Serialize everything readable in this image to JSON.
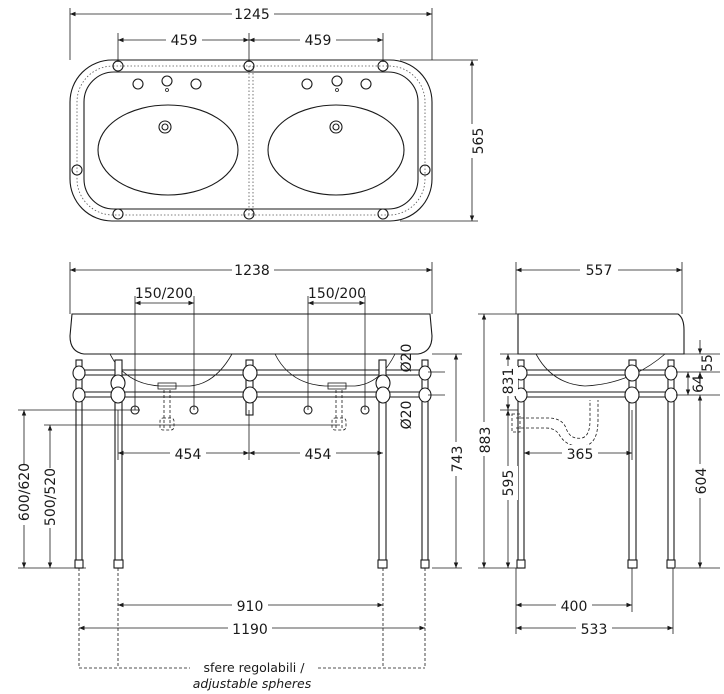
{
  "top_view": {
    "overall_width": "1245",
    "basin_spacing_left": "459",
    "basin_spacing_right": "459",
    "depth": "565"
  },
  "front_view": {
    "top_width": "1238",
    "tap_range_left": "150/200",
    "tap_range_right": "150/200",
    "waste_spacing_left": "454",
    "waste_spacing_right": "454",
    "rail_diameter_top": "Ø20",
    "rail_diameter_bottom": "Ø20",
    "rail_height_options_1": "600/620",
    "rail_height_options_2": "500/520",
    "overall_height": "743",
    "leg_spacing_inner": "910",
    "leg_spacing_outer": "1190",
    "note_it": "sfere regolabili /",
    "note_en": "adjustable spheres"
  },
  "side_view": {
    "top_depth": "557",
    "top_thickness": "55",
    "rail_offset": "64",
    "upper_height": "831",
    "total_height": "883",
    "trap_width": "365",
    "lower_height": "595",
    "floor_to_rail": "604",
    "leg_depth_inner": "400",
    "leg_depth_outer": "533"
  }
}
